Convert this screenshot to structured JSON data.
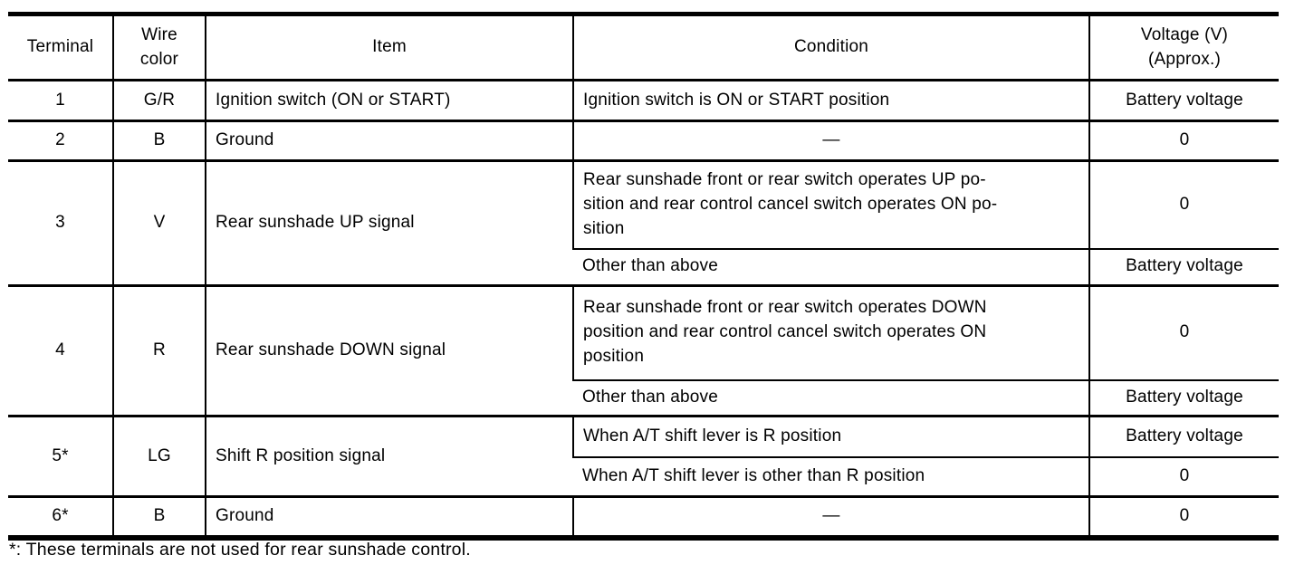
{
  "colors": {
    "background": "#ffffff",
    "text": "#000000",
    "border": "#000000"
  },
  "table": {
    "headers": {
      "terminal": "Terminal",
      "wire_color": "Wire\ncolor",
      "item": "Item",
      "condition": "Condition",
      "voltage": "Voltage (V)\n(Approx.)"
    },
    "rows": [
      {
        "terminal": "1",
        "wire_color": "G/R",
        "item": "Ignition switch (ON or START)",
        "conditions": [
          {
            "condition": "Ignition switch is ON or START position",
            "voltage": "Battery voltage"
          }
        ]
      },
      {
        "terminal": "2",
        "wire_color": "B",
        "item": "Ground",
        "conditions": [
          {
            "condition": "—",
            "voltage": "0"
          }
        ]
      },
      {
        "terminal": "3",
        "wire_color": "V",
        "item": "Rear sunshade UP signal",
        "conditions": [
          {
            "condition": "Rear sunshade front or rear switch operates UP po-\nsition and rear control cancel switch operates ON po-\nsition",
            "voltage": "0"
          },
          {
            "condition": "Other than above",
            "voltage": "Battery voltage"
          }
        ]
      },
      {
        "terminal": "4",
        "wire_color": "R",
        "item": "Rear sunshade DOWN signal",
        "conditions": [
          {
            "condition": "Rear sunshade front or rear switch operates DOWN\nposition and rear control cancel switch operates ON\nposition",
            "voltage": "0"
          },
          {
            "condition": "Other than above",
            "voltage": "Battery voltage"
          }
        ]
      },
      {
        "terminal": "5*",
        "wire_color": "LG",
        "item": "Shift R position signal",
        "conditions": [
          {
            "condition": "When A/T shift lever is R position",
            "voltage": "Battery voltage"
          },
          {
            "condition": "When A/T shift lever is other than R position",
            "voltage": "0"
          }
        ]
      },
      {
        "terminal": "6*",
        "wire_color": "B",
        "item": "Ground",
        "conditions": [
          {
            "condition": "—",
            "voltage": "0"
          }
        ]
      }
    ],
    "footnote": "*: These terminals are not used for rear sunshade control."
  }
}
